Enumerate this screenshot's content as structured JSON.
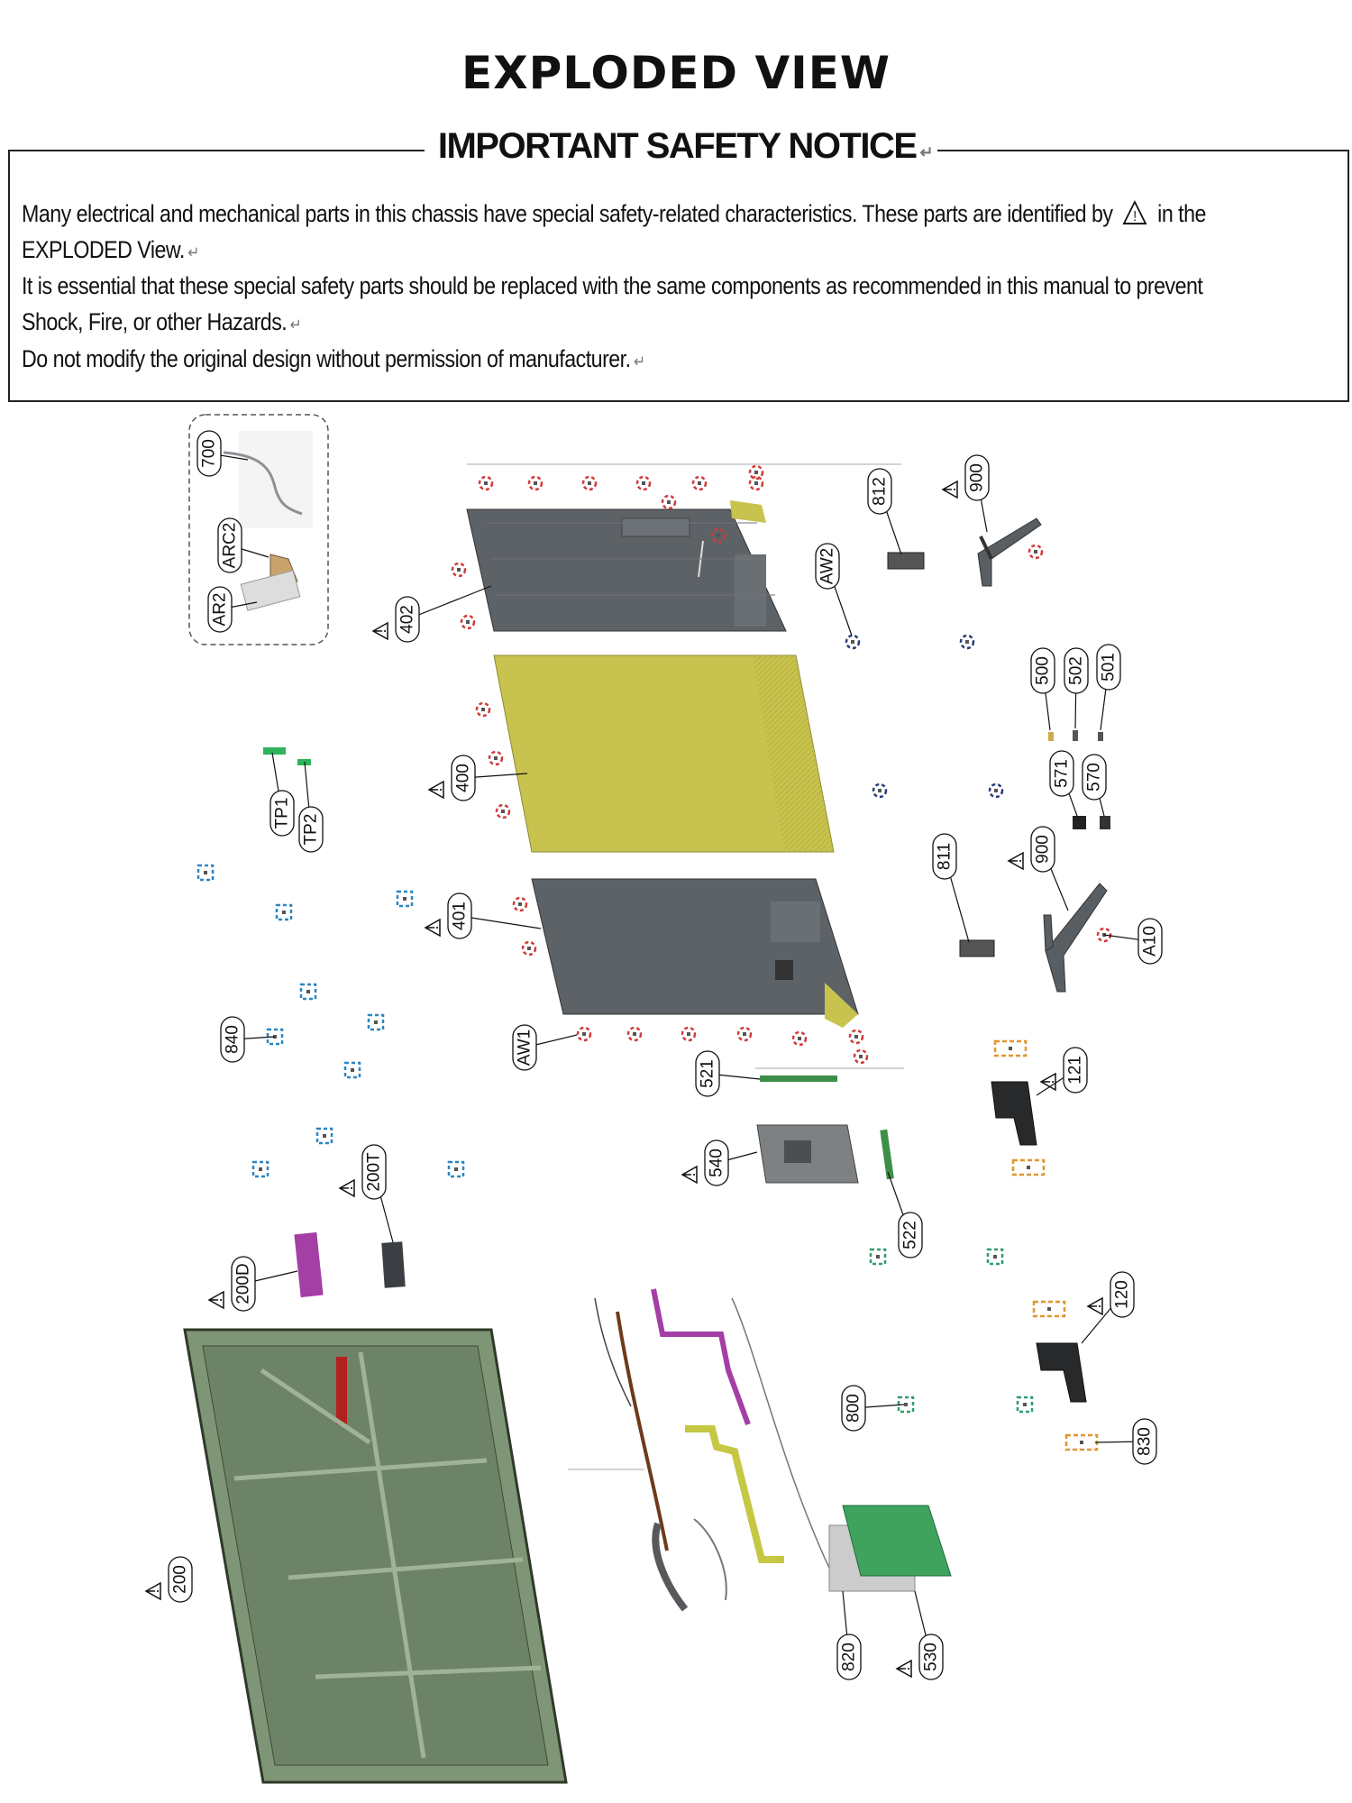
{
  "title": "EXPLODED VIEW",
  "notice": {
    "heading": "IMPORTANT SAFETY NOTICE",
    "line1_a": "Many electrical and mechanical  parts in this chassis have special safety-related characteristics. These parts are identified by",
    "line1_b": "in the",
    "line2": "EXPLODED View.",
    "line3": "It is essential that these special safety parts should be replaced with the same components as recommended in this manual to prevent",
    "line4": "Shock, Fire, or other Hazards.",
    "line5": "Do not modify the original design without permission of manufacturer.",
    "return_mark": "↵"
  },
  "colors": {
    "panel_dark": "#5d6267",
    "panel_yellow": "#c7c34e",
    "frame_green": "#7f9676",
    "board_green": "#3fa35d",
    "screw_red": "#d23a3a",
    "screw_blue": "#2a86c5",
    "screw_navy": "#283a78",
    "screw_orange": "#e0962f",
    "screw_green": "#2e9d6a",
    "cable_magenta": "#a43fa6",
    "cable_yellow": "#c6c742",
    "cable_brown": "#6e3a1c"
  },
  "parts": [
    {
      "label": "700"
    },
    {
      "label": "ARC2"
    },
    {
      "label": "AR2"
    },
    {
      "label": "402",
      "safety": true
    },
    {
      "label": "812"
    },
    {
      "label": "900",
      "safety": true
    },
    {
      "label": "AW2"
    },
    {
      "label": "500"
    },
    {
      "label": "502"
    },
    {
      "label": "501"
    },
    {
      "label": "571"
    },
    {
      "label": "570"
    },
    {
      "label": "400",
      "safety": true
    },
    {
      "label": "TP1"
    },
    {
      "label": "TP2"
    },
    {
      "label": "811"
    },
    {
      "label": "900",
      "safety": true
    },
    {
      "label": "A10"
    },
    {
      "label": "401",
      "safety": true
    },
    {
      "label": "840"
    },
    {
      "label": "AW1"
    },
    {
      "label": "521"
    },
    {
      "label": "121",
      "safety": true
    },
    {
      "label": "540",
      "safety": true
    },
    {
      "label": "200T",
      "safety": true
    },
    {
      "label": "522"
    },
    {
      "label": "200D",
      "safety": true
    },
    {
      "label": "120",
      "safety": true
    },
    {
      "label": "800"
    },
    {
      "label": "830"
    },
    {
      "label": "200",
      "safety": true
    },
    {
      "label": "820"
    },
    {
      "label": "530",
      "safety": true
    }
  ]
}
